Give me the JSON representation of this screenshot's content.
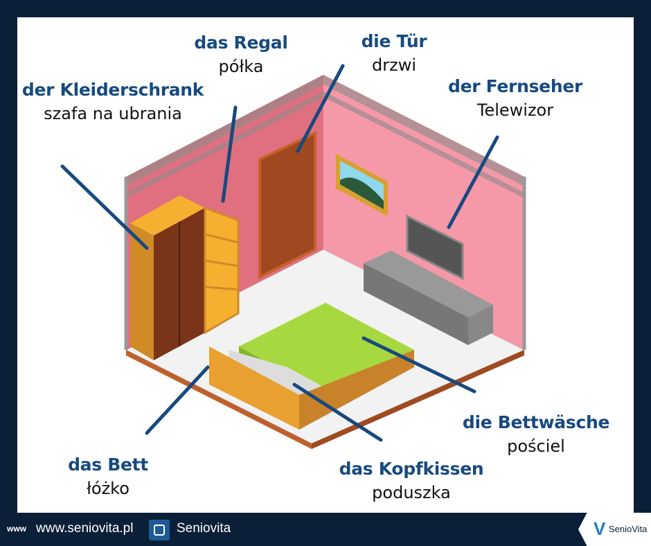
{
  "labels": [
    {
      "id": "kleiderschrank",
      "de": "der Kleiderschrank",
      "pl": "szafa na ubrania"
    },
    {
      "id": "regal",
      "de": "das Regal",
      "pl": "półka"
    },
    {
      "id": "tuer",
      "de": "die Tür",
      "pl": "drzwi"
    },
    {
      "id": "fernseher",
      "de": "der Fernseher",
      "pl": "Telewizor"
    },
    {
      "id": "bett",
      "de": "das Bett",
      "pl": "łóżko"
    },
    {
      "id": "kopfkissen",
      "de": "das Kopfkissen",
      "pl": "poduszka"
    },
    {
      "id": "bettwaesche",
      "de": "die Bettwäsche",
      "pl": "pościel"
    }
  ],
  "footer": {
    "www_icon": "www",
    "website": "www.seniovita.pl",
    "instagram": "Seniovita",
    "logo": "SenioVita"
  },
  "colors": {
    "background": "#0b2038",
    "label": "#174a7e",
    "arrow": "#174a7e"
  }
}
